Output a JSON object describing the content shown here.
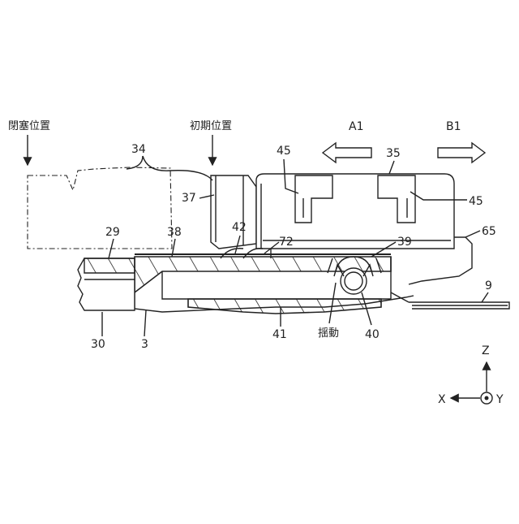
{
  "labels": {
    "closed_position": "閉塞位置",
    "initial_position": "初期位置",
    "swing": "揺動",
    "a1": "A1",
    "b1": "B1",
    "n34": "34",
    "n35": "35",
    "n45_left": "45",
    "n45_right": "45",
    "n37": "37",
    "n42": "42",
    "n72": "72",
    "n39": "39",
    "n65": "65",
    "n29": "29",
    "n38": "38",
    "n9": "9",
    "n30": "30",
    "n3": "3",
    "n41": "41",
    "n40": "40"
  },
  "axes": {
    "z": "Z",
    "x": "X",
    "y": "Y"
  }
}
